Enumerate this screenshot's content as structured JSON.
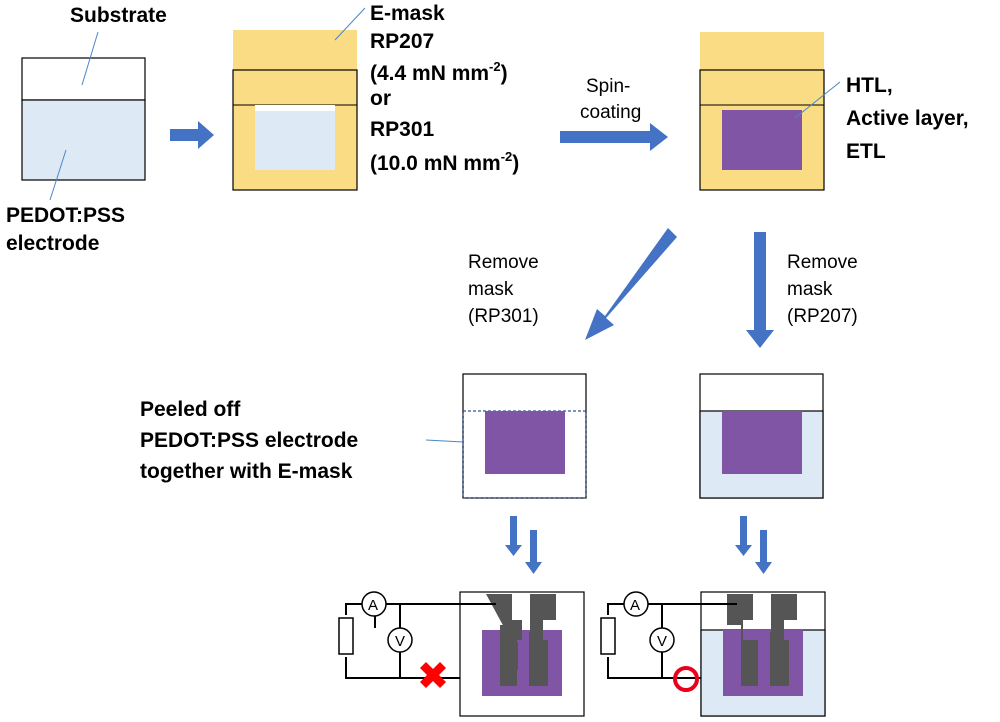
{
  "labels": {
    "substrate": "Substrate",
    "pedot_line1": "PEDOT:PSS",
    "pedot_line2": "electrode",
    "emask": "E-mask",
    "rp207": "RP207",
    "rp207_val": "(4.4 mN mm",
    "rp207_sup": "-2",
    "rp207_close": ")",
    "or": "or",
    "rp301": "RP301",
    "rp301_val": "(10.0 mN mm",
    "rp301_sup": "-2",
    "rp301_close": ")",
    "spin1": "Spin-",
    "spin2": "coating",
    "layers1": "HTL,",
    "layers2": "Active layer,",
    "layers3": "ETL",
    "remove_left_1": "Remove",
    "remove_left_2": "mask",
    "remove_left_3": "(RP301)",
    "remove_right_1": "Remove",
    "remove_right_2": "mask",
    "remove_right_3": "(RP207)",
    "peeled1": "Peeled off",
    "peeled2": "PEDOT:PSS electrode",
    "peeled3": "together with E-mask",
    "ammeter": "A",
    "voltmeter": "V"
  },
  "colors": {
    "mask": "#f9dc84",
    "mask_dark": "#f0cf72",
    "pedot": "#dde9f4",
    "active": "#8055a6",
    "electrode": "#555555",
    "arrow": "#4472c4",
    "fail": "#ff0000",
    "success": "#e8001c",
    "line": "#000000",
    "callout": "#4a86c8"
  }
}
